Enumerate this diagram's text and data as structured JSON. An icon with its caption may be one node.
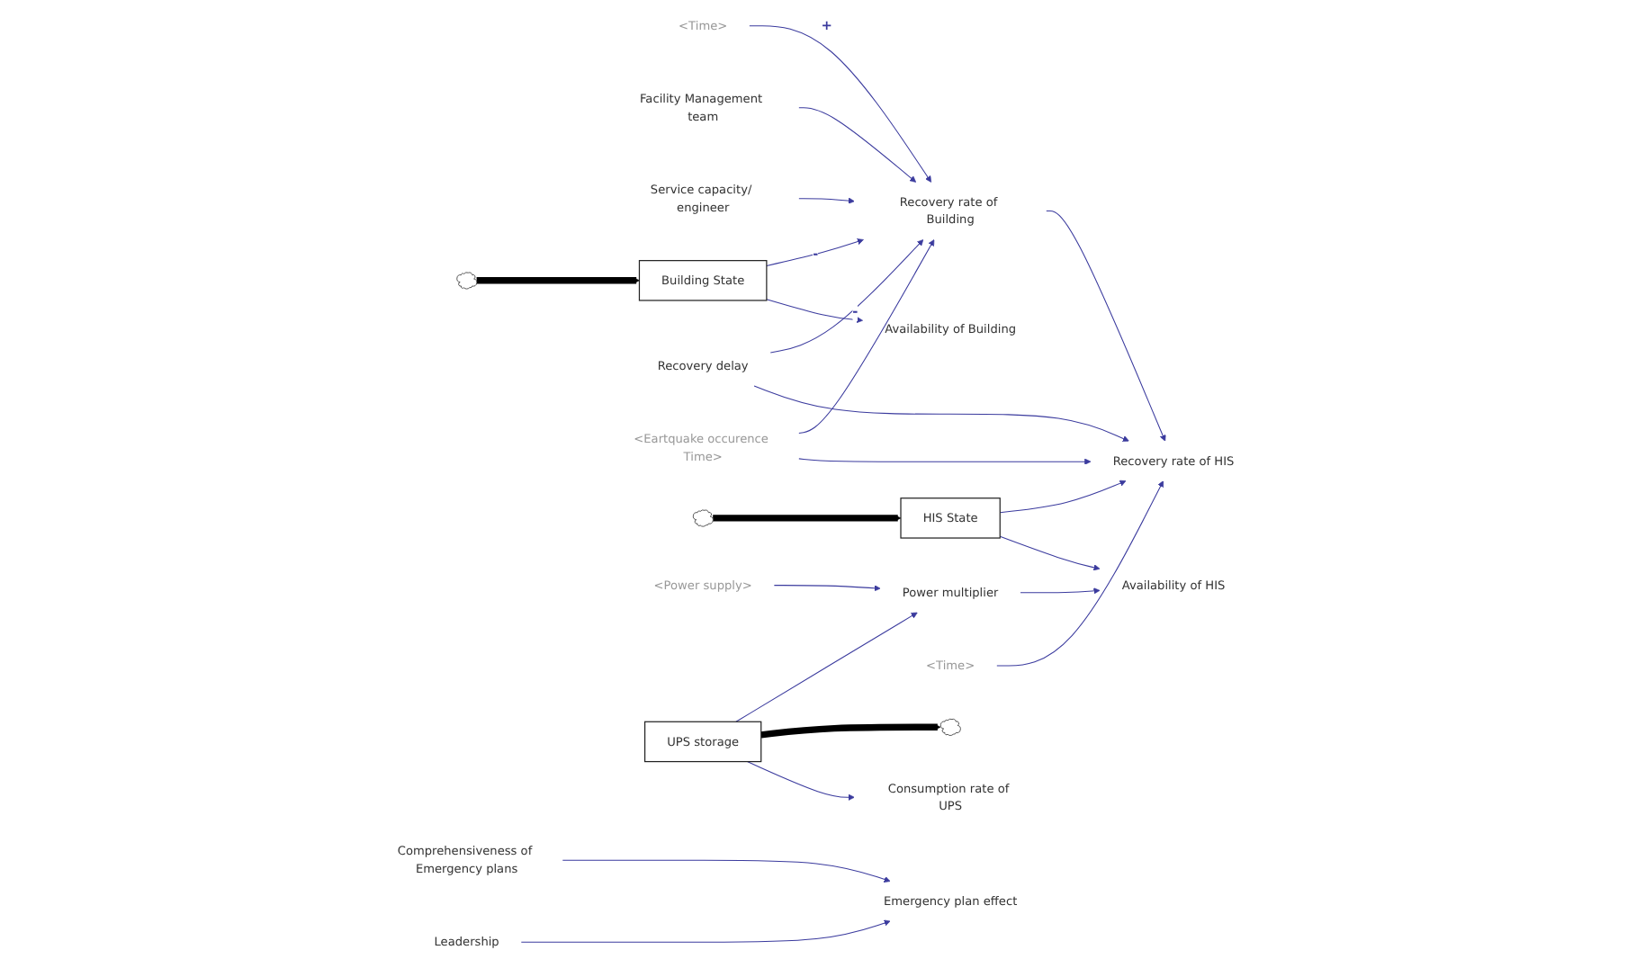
{
  "diagram": {
    "nodes": [
      {
        "text": [],
        "shape": "cloud"
      },
      {
        "text": [
          "<Time>"
        ]
      },
      {
        "text": [
          "Facility Management team"
        ]
      },
      {
        "text": [
          "Service capacity/ engineer"
        ]
      },
      {
        "text": [
          "Recovery rate of Building"
        ]
      },
      {
        "text": [
          "Building State"
        ]
      },
      {
        "text": [
          "Availability of Building"
        ]
      },
      {
        "text": [
          "Recovery delay"
        ]
      },
      {
        "text": [
          "<Eartquake occurence Time>"
        ]
      },
      {
        "text": [],
        "shape": "cloud"
      },
      {
        "text": [
          "Recovery rate of HIS"
        ]
      },
      {
        "text": [
          "HIS State"
        ]
      },
      {
        "text": [
          "Availability of HIS"
        ]
      },
      {
        "text": [
          "<Power supply>"
        ]
      },
      {
        "text": [
          "Power multiplier"
        ]
      },
      {
        "text": [
          "UPS storage"
        ]
      },
      {
        "text": [
          "Consumption rate of UPS"
        ]
      },
      {
        "text": [],
        "shape": "cloud"
      },
      {
        "text": [
          "<Time>"
        ]
      },
      {
        "text": [
          "Comprehensiveness of Emergency plans"
        ]
      },
      {
        "text": [
          "Emergency plan effect"
        ]
      },
      {
        "text": [
          "Leadership"
        ]
      }
    ],
    "edges": [
      {
        "from": 0,
        "to": 5,
        "arrow": "to",
        "style": "thick",
        "color": "#000000"
      },
      {
        "from": 1,
        "to": 4,
        "arrow": "to",
        "label": "+"
      },
      {
        "from": 2,
        "to": 4,
        "arrow": "to"
      },
      {
        "from": 3,
        "to": 4,
        "arrow": "to"
      },
      {
        "from": 7,
        "to": 4,
        "arrow": "to",
        "label": "-"
      },
      {
        "from": 5,
        "to": 4,
        "arrow": "to",
        "label": "-"
      },
      {
        "from": 8,
        "to": 4,
        "arrow": "to"
      },
      {
        "from": 5,
        "to": 6,
        "arrow": "to"
      },
      {
        "from": 9,
        "to": 11,
        "arrow": "to",
        "style": "thick",
        "color": "#000000"
      },
      {
        "from": 7,
        "to": 10,
        "arrow": "to"
      },
      {
        "from": 4,
        "to": 10,
        "arrow": "to"
      },
      {
        "from": 8,
        "to": 10,
        "arrow": "to"
      },
      {
        "from": 11,
        "to": 10,
        "arrow": "to"
      },
      {
        "from": 18,
        "to": 10,
        "arrow": "to"
      },
      {
        "from": 11,
        "to": 12,
        "arrow": "to"
      },
      {
        "from": 14,
        "to": 12,
        "arrow": "to"
      },
      {
        "from": 13,
        "to": 14,
        "arrow": "to"
      },
      {
        "from": 15,
        "to": 14,
        "arrow": "to"
      },
      {
        "from": 15,
        "to": 17,
        "arrow": "to",
        "style": "thick",
        "color": "#000000"
      },
      {
        "from": 15,
        "to": 16,
        "arrow": "to"
      },
      {
        "from": 19,
        "to": 20,
        "arrow": "to"
      },
      {
        "from": 21,
        "to": 20,
        "arrow": "to"
      }
    ]
  }
}
